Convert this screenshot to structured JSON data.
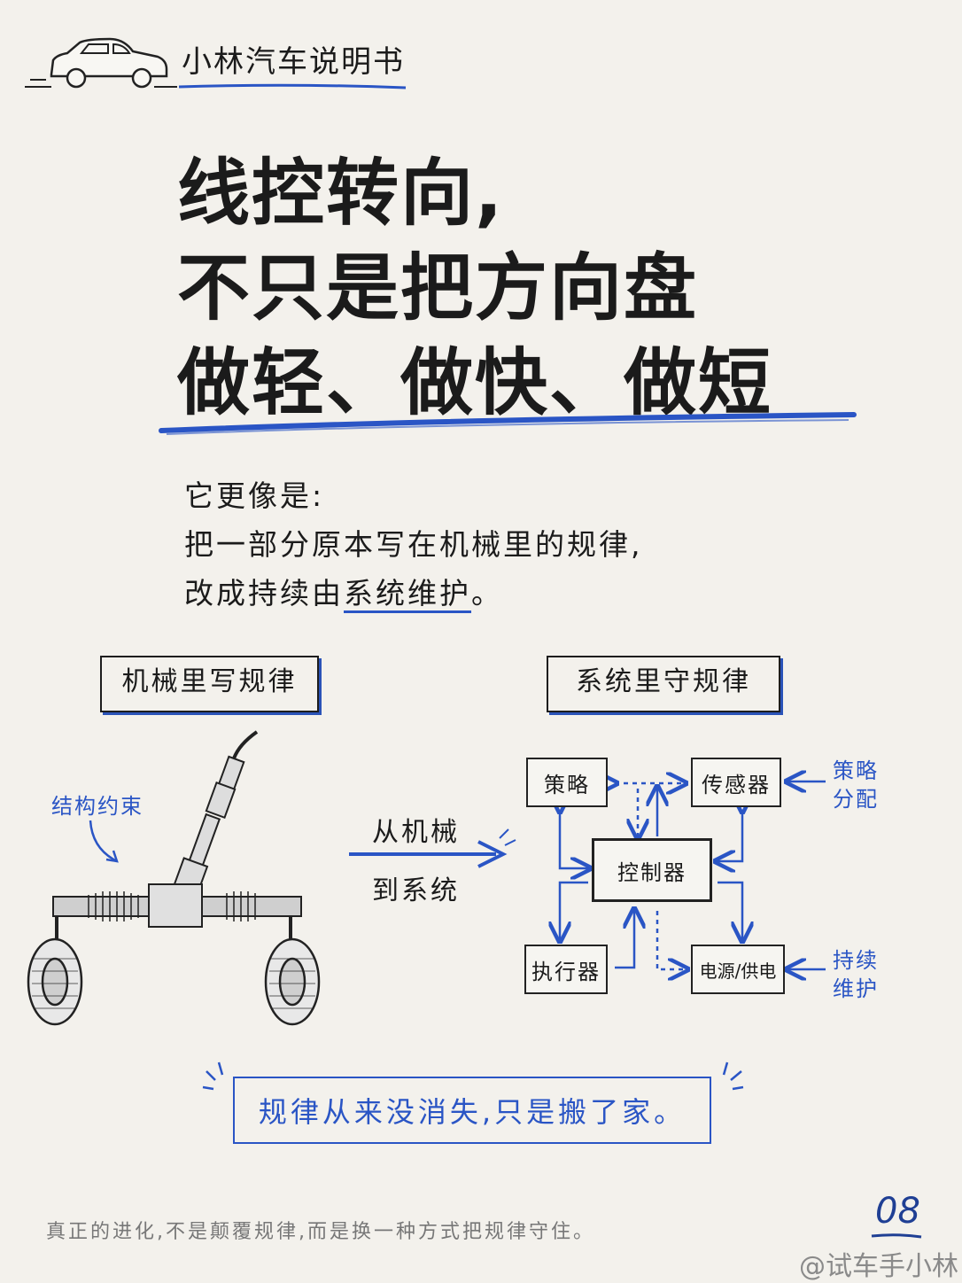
{
  "header": {
    "series_title": "小林汽车说明书"
  },
  "headline": {
    "line1": "线控转向,",
    "line2": "不只是把方向盘",
    "line3": "做轻、做快、做短"
  },
  "intro": {
    "line1": "它更像是:",
    "line2": "把一部分原本写在机械里的规律,",
    "line3_prefix": "改成持续由",
    "line3_emphasis": "系统维护",
    "line3_suffix": "。"
  },
  "left_panel": {
    "title": "机械里写规律",
    "annotation": "结构约束"
  },
  "transition": {
    "top": "从机械",
    "bottom": "到系统"
  },
  "right_panel": {
    "title": "系统里守规律",
    "nodes": {
      "strategy": "策略",
      "sensor": "传感器",
      "controller": "控制器",
      "actuator": "执行器",
      "power": "电源/供电"
    },
    "side_notes": {
      "top_line1": "策略",
      "top_line2": "分配",
      "bottom_line1": "持续",
      "bottom_line2": "维护"
    }
  },
  "tagline": "规律从来没消失,只是搬了家。",
  "footer": {
    "note": "真正的进化,不是颠覆规律,而是换一种方式把规律守住。",
    "page_number": "08",
    "watermark": "@试车手小林"
  },
  "colors": {
    "accent_blue": "#2a55c5",
    "ink": "#1b1b1b",
    "paper": "#f3f1ec"
  }
}
